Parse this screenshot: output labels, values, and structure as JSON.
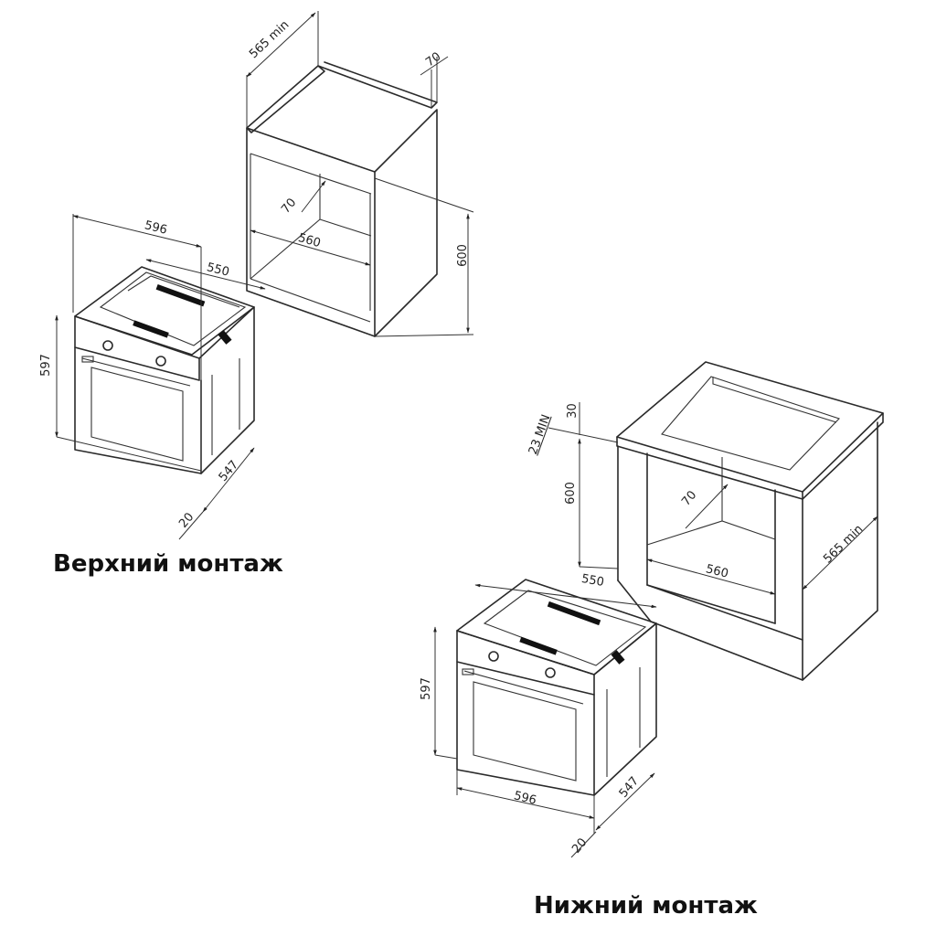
{
  "diagram": {
    "type": "built-in oven installation dimensions",
    "units": "mm",
    "top_installation": {
      "caption": "Верхний монтаж",
      "cabinet": {
        "depth_label": "565 min",
        "rear_gap_label": "70",
        "inner_gap_label": "70",
        "width_label": "560",
        "height_label": "600"
      },
      "oven": {
        "width_label": "596",
        "depth_label": "550",
        "height_label": "597",
        "body_depth_label": "547",
        "front_panel_label": "20"
      }
    },
    "bottom_installation": {
      "caption": "Нижний монтаж",
      "cabinet": {
        "worktop_label": "30",
        "min_gap_label": "23 MIN",
        "height_label": "600",
        "inner_gap_label": "70",
        "width_label": "560",
        "depth_label": "565 min"
      },
      "oven": {
        "width_label": "596",
        "depth_label": "550",
        "height_label": "597",
        "body_depth_label": "547",
        "front_panel_label": "20"
      }
    }
  }
}
